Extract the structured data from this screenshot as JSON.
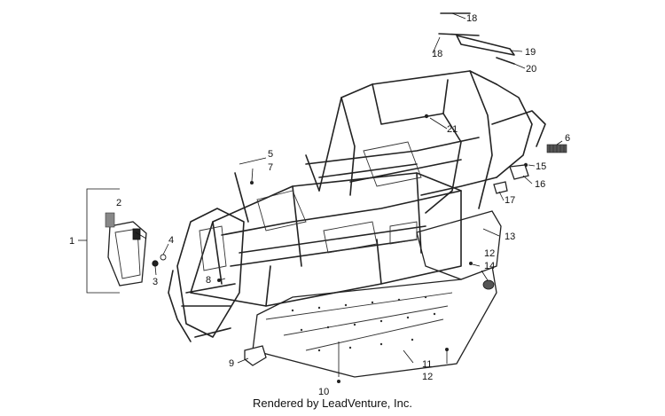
{
  "diagram": {
    "callouts": [
      "1",
      "2",
      "3",
      "4",
      "5",
      "6",
      "7",
      "8",
      "9",
      "10",
      "11",
      "12",
      "12",
      "13",
      "14",
      "15",
      "16",
      "17",
      "18",
      "18",
      "19",
      "20",
      "21"
    ]
  },
  "footer": {
    "text": "Rendered by LeadVenture, Inc."
  }
}
